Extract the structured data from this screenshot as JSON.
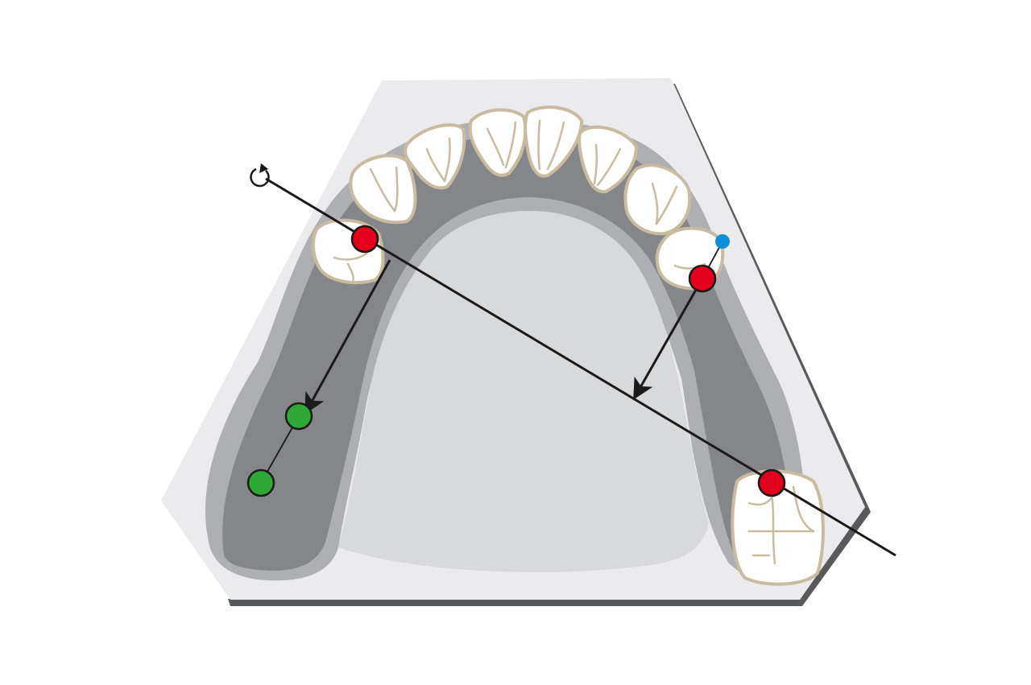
{
  "diagram": {
    "subject": "upper-dental-arch-model",
    "colors": {
      "background": "#ffffff",
      "base_top": "#ebebed",
      "base_shadow": "#58595b",
      "gum_dark": "#858689",
      "gum_light": "#aeafb2",
      "palate": "#d8d9db",
      "tooth_fill": "#ffffff",
      "tooth_outline": "#c9bb9f",
      "marker_red": "#e2001a",
      "marker_green": "#2ea836",
      "marker_blue": "#0a8fd8",
      "line": "#1a1a1a"
    },
    "markers": {
      "red_count": 3,
      "green_count": 2,
      "blue_count": 1
    },
    "icons": [
      "rotation-icon",
      "arrow-head-icon"
    ]
  }
}
